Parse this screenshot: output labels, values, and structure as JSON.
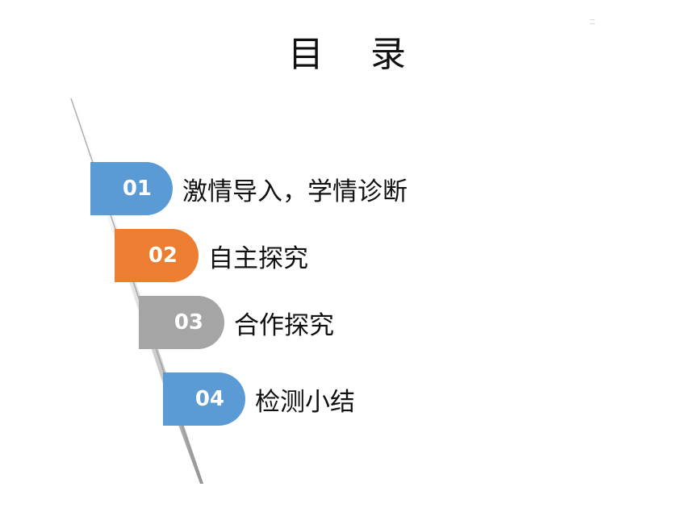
{
  "title": "目 录",
  "colors": {
    "blue": "#5b9bd5",
    "orange": "#ed7d31",
    "gray": "#a5a5a5"
  },
  "items": [
    {
      "number": "01",
      "label": "激情导入，学情诊断",
      "color": "#5b9bd5"
    },
    {
      "number": "02",
      "label": "自主探究",
      "color": "#ed7d31"
    },
    {
      "number": "03",
      "label": "合作探究",
      "color": "#a5a5a5"
    },
    {
      "number": "04",
      "label": "检测小结",
      "color": "#5b9bd5"
    }
  ]
}
